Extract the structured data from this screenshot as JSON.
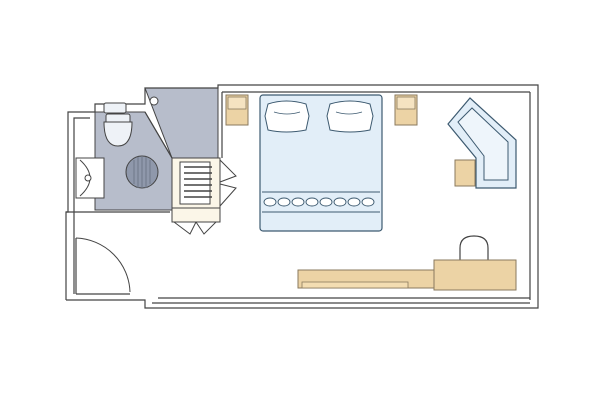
{
  "diagram": {
    "type": "floor-plan",
    "colors": {
      "background": "#ffffff",
      "wall": "#444444",
      "bathroom_floor": "#b7bdcb",
      "toilet": "#eef2f7",
      "shower": "#8f98ab",
      "bed": "#e2eef8",
      "bed_outline": "#3d5a70",
      "furniture_wood": "#ecd3a5",
      "furniture_outline": "#8a7a5e",
      "sofa": "#e2eef8",
      "wardrobe": "#fbf6e8"
    },
    "furniture": [
      "wall",
      "entry-door",
      "bathroom",
      "toilet",
      "sink",
      "shower",
      "wardrobe",
      "bed",
      "pillow",
      "nightstand",
      "sofa",
      "side-table",
      "desk",
      "desk-chair",
      "luggage-bench"
    ]
  }
}
